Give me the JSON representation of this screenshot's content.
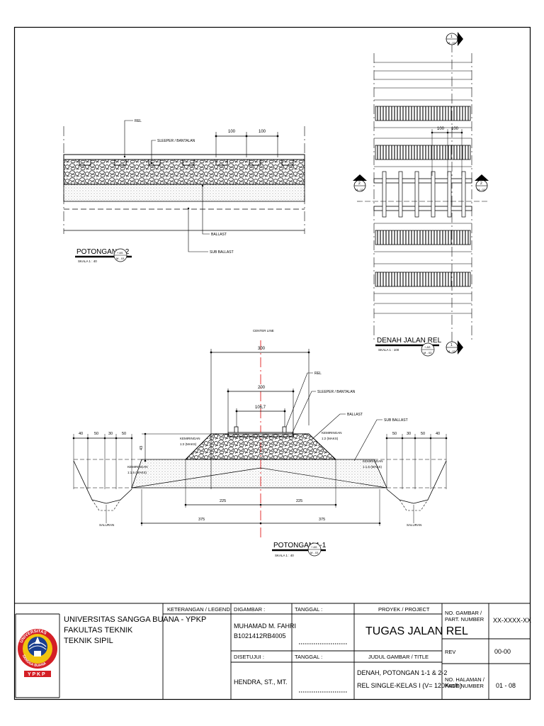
{
  "drawing": {
    "potongan22": {
      "title": "POTONGAN 2-2",
      "scale": "SKALA 1 : 40",
      "ref_top": "+ AS",
      "ref_bottom": "M - 03",
      "labels": {
        "rel": "REL",
        "sleeper": "SLEEPER / BANTALAN",
        "ballast": "BALLAST",
        "subballast": "SUB BALLAST"
      },
      "dims": [
        "100",
        "100"
      ]
    },
    "denah": {
      "title": "DENAH JALAN REL",
      "scale": "SKALA 1 : 100",
      "ref_top": "+ AS",
      "ref_bottom": "M - 03",
      "dims": [
        "100",
        "100"
      ],
      "marker_top": "1",
      "marker_sub": "M - 03",
      "marker_side": "2"
    },
    "potongan11": {
      "title": "POTONGAN 1-1",
      "scale": "SKALA 1 : 40",
      "ref_top": "+ AS",
      "ref_bottom": "M - 03",
      "labels": {
        "center_line": "CENTER LINE",
        "rel": "REL",
        "sleeper": "SLEEPER / BANTALAN",
        "ballast": "BALLAST",
        "subballast": "SUB BALLAST",
        "kemiringan_12": "KEMIRINGAN",
        "kemiringan_12_val": "1:2 (MAKS)",
        "kemiringan_115": "KEMIRINGAN",
        "kemiringan_115_val": "1:1,5 (MAKS)",
        "saluran": "SALURAN"
      },
      "dims": {
        "top": "300",
        "mid": "200",
        "gauge": "106,7",
        "height": "43",
        "left_set": [
          "40",
          "50",
          "30",
          "50"
        ],
        "right_set": [
          "50",
          "30",
          "50",
          "40"
        ],
        "half_bottom": [
          "225",
          "225"
        ],
        "half_full": [
          "375",
          "375"
        ]
      }
    }
  },
  "title_block": {
    "institution": [
      "UNIVERSITAS SANGGA BUANA - YPKP",
      "FAKULTAS TEKNIK",
      "TEKNIK SIPIL"
    ],
    "logo_text": {
      "top": "UNIVERSITAS",
      "bottom": "SANGGA BUANA",
      "base": "Y P K P"
    },
    "legend_header": "KETERANGAN / LEGEND",
    "drawn_header": "DIGAMBAR :",
    "drawn_name": "MUHAMAD M. FAHRI",
    "drawn_id": "B1021412RB4005",
    "date_header": "TANGGAL :",
    "approved_header": "DISETUJUI :",
    "approved_name": "HENDRA, ST., MT.",
    "project_header": "PROYEK / PROJECT",
    "project_name": "TUGAS JALAN REL",
    "title_header": "JUDUL GAMBAR / TITLE",
    "title_line1": "DENAH, POTONGAN 1-1 & 2-2",
    "title_line2": "REL SINGLE-KELAS I (V= 120Km/h)",
    "no_gambar_label": "NO. GAMBAR / PART. NUMBER",
    "no_gambar_val": "XX-XXXX-XX",
    "rev_label": "REV",
    "rev_val": "00-00",
    "halaman_label": "NO. HALAMAN / PAGE NUMBER",
    "halaman_val": "01 - 08"
  }
}
